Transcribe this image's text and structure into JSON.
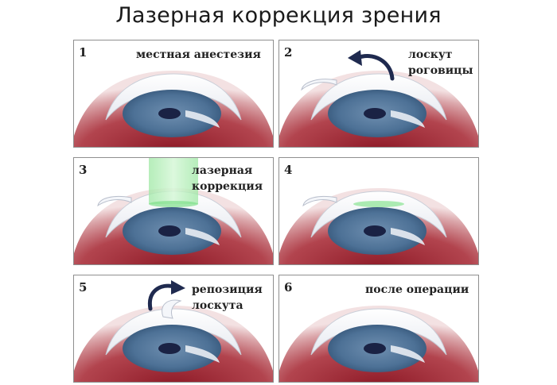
{
  "title": "Лазерная коррекция зрения",
  "colors": {
    "tissue": "#a01e2c",
    "iris": "#4d7196",
    "pupil": "#1a2244",
    "laser": "#7fe08a",
    "arrow": "#1f2a4f"
  },
  "panels": [
    {
      "number": "1",
      "label": "местная анестезия"
    },
    {
      "number": "2",
      "label": "лоскут\nроговицы"
    },
    {
      "number": "3",
      "label": "лазерная\nкоррекция"
    },
    {
      "number": "4",
      "label": ""
    },
    {
      "number": "5",
      "label": "репозиция\nлоскута"
    },
    {
      "number": "6",
      "label": "после операции"
    }
  ]
}
